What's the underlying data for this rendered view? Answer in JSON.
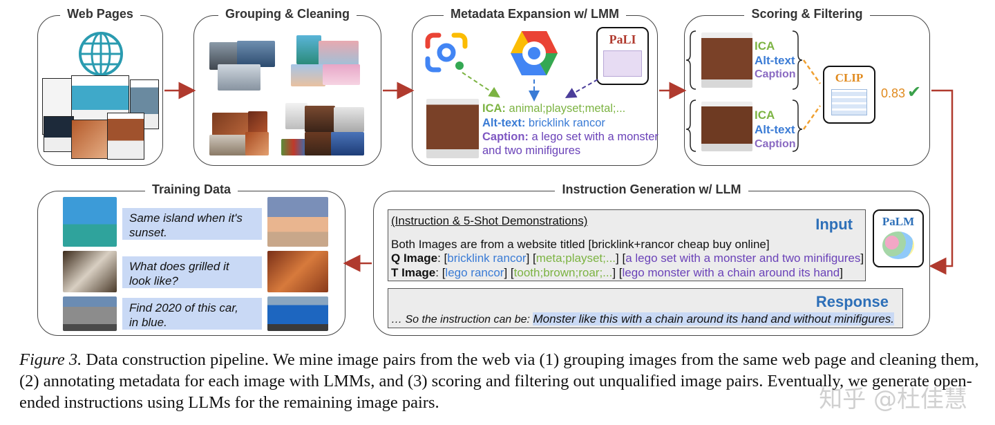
{
  "panels": {
    "web_pages": "Web Pages",
    "grouping": "Grouping & Cleaning",
    "metadata": "Metadata Expansion w/ LMM",
    "scoring": "Scoring & Filtering",
    "training": "Training Data",
    "instruction": "Instruction Generation w/ LLM"
  },
  "models": {
    "pali": "PaLI",
    "clip": "CLIP",
    "palm": "PaLM"
  },
  "metadata": {
    "ica_label": "ICA:",
    "ica_value": "animal;playset;metal;...",
    "alt_label": "Alt-text:",
    "alt_value": "bricklink rancor",
    "cap_label": "Caption:",
    "cap_value_1": "a lego set with a monster",
    "cap_value_2": "and two minifigures"
  },
  "scoring": {
    "ica": "ICA",
    "alt": "Alt-text",
    "caption": "Caption",
    "score": "0.83",
    "check": "✔"
  },
  "training": {
    "q1_l1": "Same island when it's",
    "q1_l2": "sunset.",
    "q2_l1": "What does grilled it",
    "q2_l2": "look like?",
    "q3_l1": "Find 2020 of this car,",
    "q3_l2": "in blue."
  },
  "instruction": {
    "header": "(Instruction & 5-Shot Demonstrations)",
    "input_label": "Input",
    "line1": "Both Images are from a website titled [bricklink+rancor cheap buy online]",
    "q_label": "Q Image",
    "q_alt": "bricklink rancor",
    "q_ica": "meta;playset;...",
    "q_cap": "a lego set with a monster and two minifigures",
    "t_label": "T Image",
    "t_alt": "lego rancor",
    "t_ica": "tooth;brown;roar;...",
    "t_cap": "lego monster with a chain around its hand",
    "response_label": "Response",
    "response_prefix": "… So the instruction can be:",
    "response_text": "Monster like this with a chain around its hand and without minifigures."
  },
  "caption": {
    "figure_label": "Figure 3.",
    "text": " Data construction pipeline. We mine image pairs from the web via (1) grouping images from the same web page and cleaning them, (2) annotating metadata for each image with LMMs, and (3) scoring and filtering out unqualified image pairs. Eventually, we generate open-ended instructions using LLMs for the remaining image pairs."
  },
  "watermark": "知乎 @杜佳慧",
  "colors": {
    "ica": "#7cb342",
    "alt": "#3a7bd5",
    "caption": "#7e57c2",
    "arrow": "#b03a2e",
    "bubble": "#c9d9f5",
    "dashed_orange": "#f0a030"
  }
}
